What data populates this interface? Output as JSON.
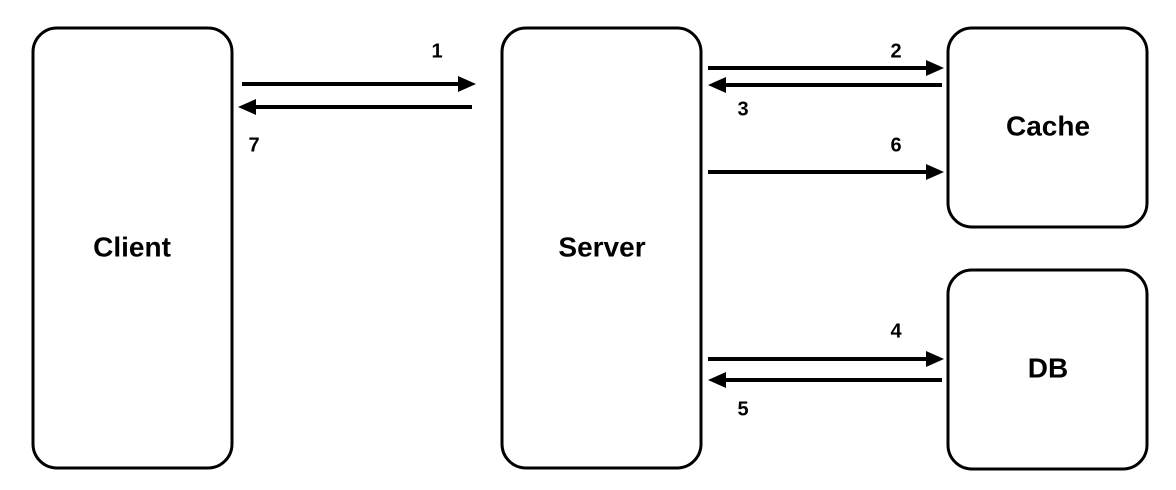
{
  "nodes": {
    "client": {
      "label": "Client"
    },
    "server": {
      "label": "Server"
    },
    "cache": {
      "label": "Cache"
    },
    "db": {
      "label": "DB"
    }
  },
  "edges": [
    {
      "step": "1",
      "from": "client",
      "to": "server"
    },
    {
      "step": "2",
      "from": "server",
      "to": "cache"
    },
    {
      "step": "3",
      "from": "cache",
      "to": "server"
    },
    {
      "step": "4",
      "from": "server",
      "to": "db"
    },
    {
      "step": "5",
      "from": "db",
      "to": "server"
    },
    {
      "step": "6",
      "from": "server",
      "to": "cache"
    },
    {
      "step": "7",
      "from": "server",
      "to": "client"
    }
  ]
}
